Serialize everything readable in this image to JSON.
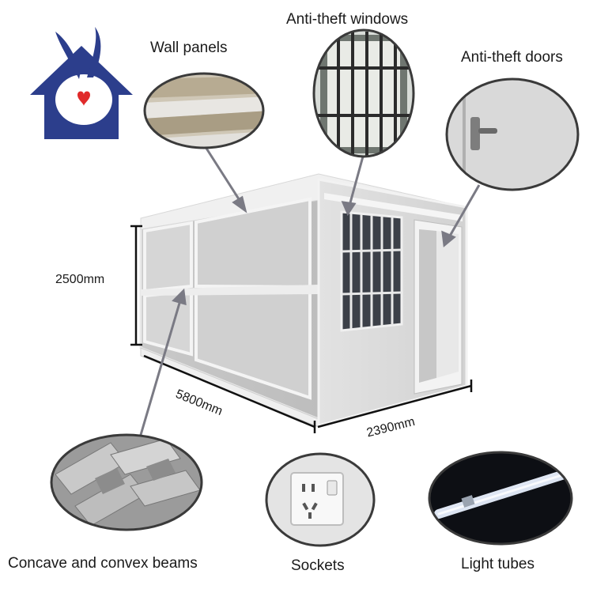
{
  "labels": {
    "wall_panels": "Wall panels",
    "anti_theft_windows": "Anti-theft windows",
    "anti_theft_doors": "Anti-theft doors",
    "beams": "Concave and convex beams",
    "sockets": "Sockets",
    "light_tubes": "Light tubes"
  },
  "dimensions": {
    "height": "2500mm",
    "length": "5800mm",
    "width": "2390mm"
  },
  "colors": {
    "logo_blue": "#2c3e8c",
    "heart_red": "#e02a2a",
    "callout_border": "#3a3a3a",
    "arrow": "#7a7a84"
  }
}
